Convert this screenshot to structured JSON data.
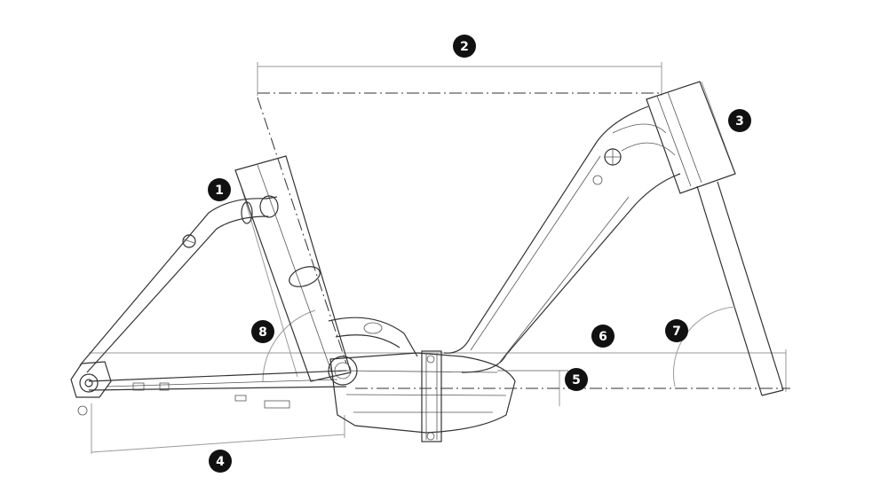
{
  "diagram": {
    "markers": [
      "1",
      "2",
      "3",
      "4",
      "5",
      "6",
      "7",
      "8"
    ]
  }
}
